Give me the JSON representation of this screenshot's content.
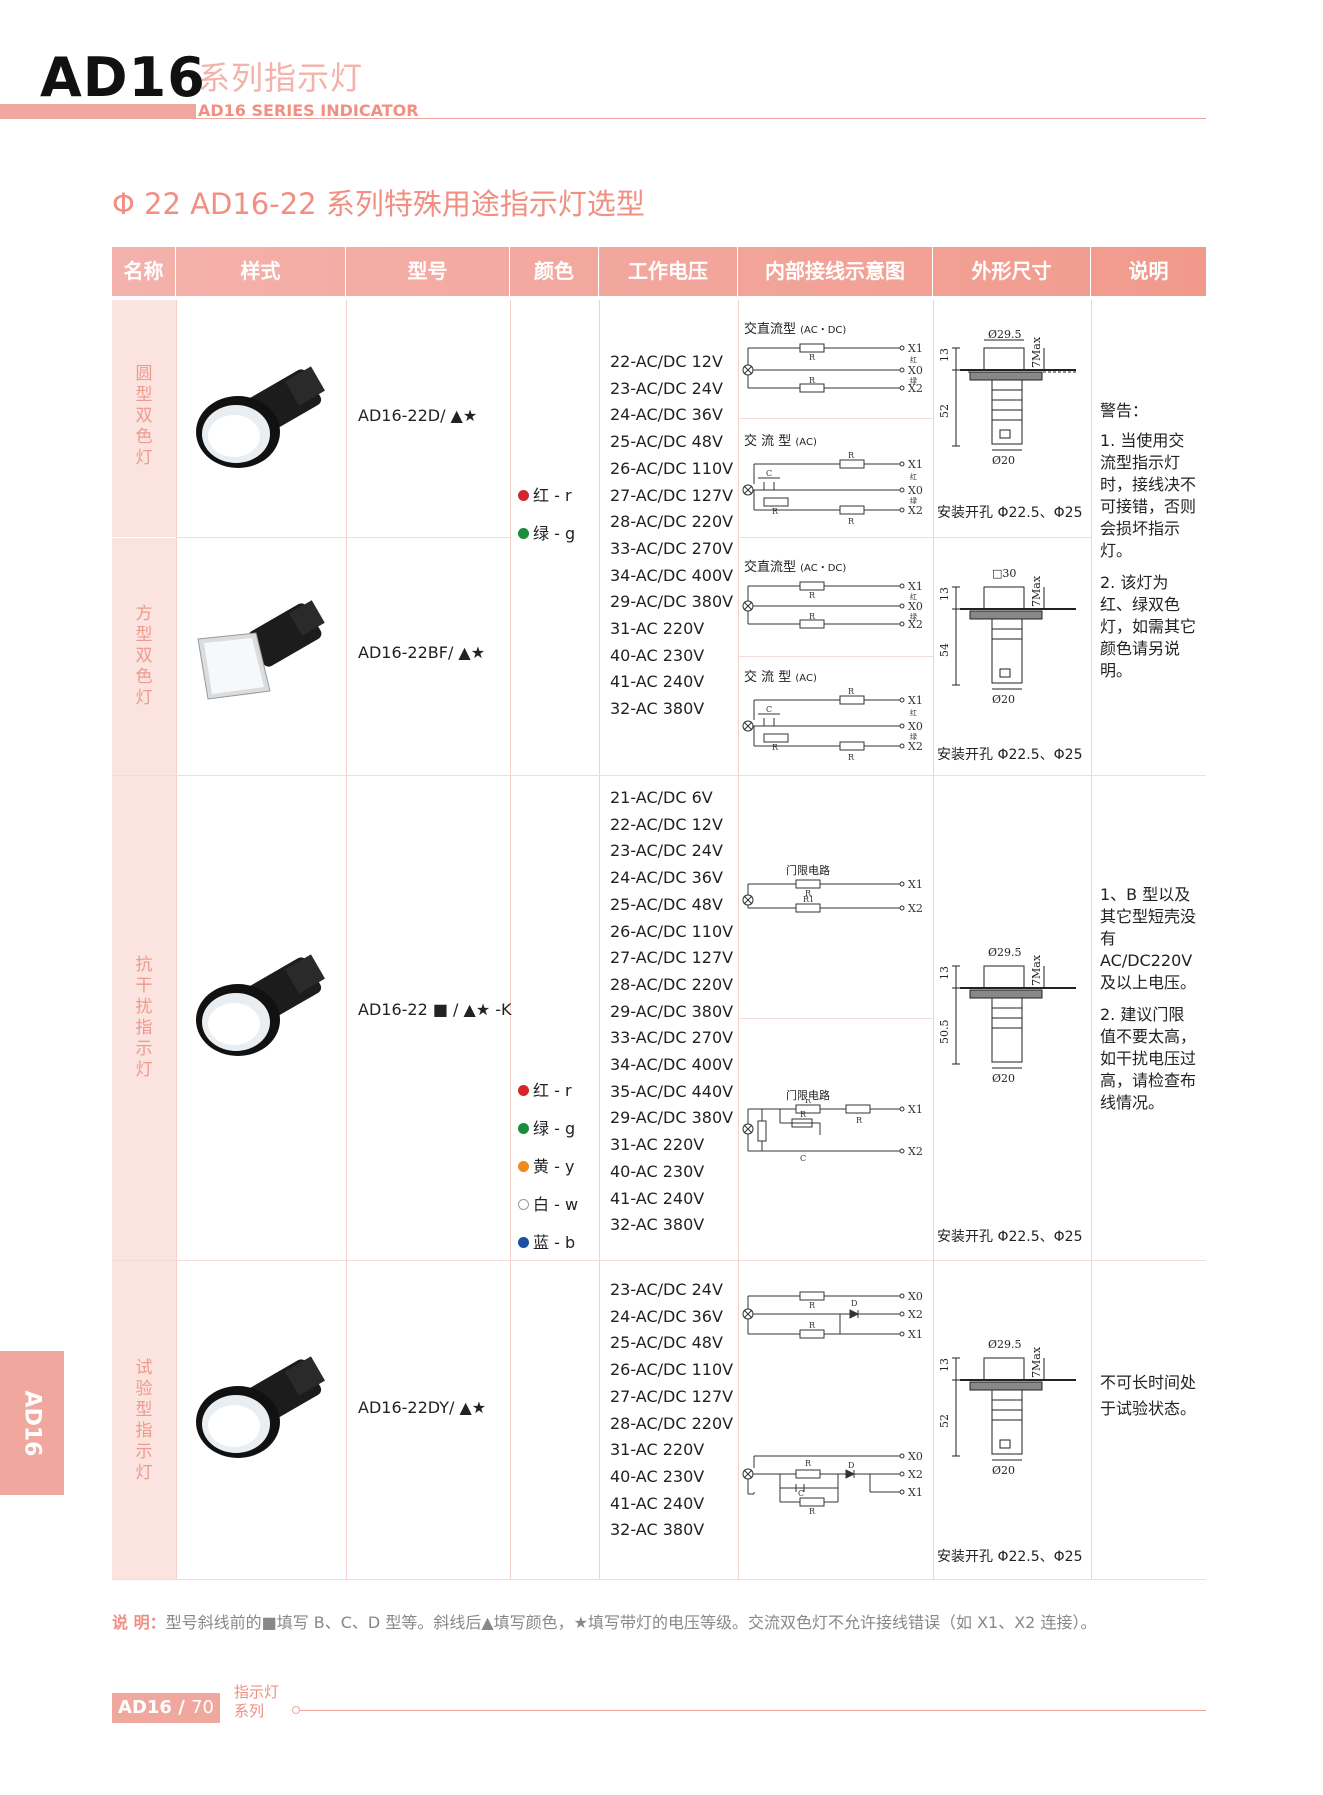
{
  "header": {
    "brand": "AD16",
    "series_cn": "系列指示灯",
    "series_en": "AD16 SERIES  INDICATOR"
  },
  "section_title": "Φ 22 AD16-22 系列特殊用途指示灯选型",
  "table": {
    "columns": [
      "名称",
      "样式",
      "型号",
      "颜色",
      "工作电压",
      "内部接线示意图",
      "外形尺寸",
      "说明"
    ],
    "rows": [
      {
        "name": "圆型双色灯",
        "model": "AD16-22D/ ▲★"
      },
      {
        "name": "方型双色灯",
        "model": "AD16-22BF/ ▲★"
      },
      {
        "name": "抗干扰指示灯",
        "model": "AD16-22 ■ / ▲★ -K"
      },
      {
        "name": "试验型指示灯",
        "model": "AD16-22DY/ ▲★"
      }
    ],
    "colors_bicolor": [
      "红 - r",
      "绿 - g"
    ],
    "colors_multi": [
      "红 - r",
      "绿 - g",
      "黄 - y",
      "白 - w",
      "蓝 - b"
    ],
    "color_hex": {
      "red": "#d7262b",
      "green": "#1b8c3a",
      "yellow": "#ee8a1e",
      "white": "#ffffff",
      "blue": "#1e4fa0"
    },
    "voltages_bicolor": "22-AC/DC 12V\n23-AC/DC 24V\n24-AC/DC 36V\n25-AC/DC 48V\n26-AC/DC 110V\n27-AC/DC 127V\n28-AC/DC 220V\n33-AC/DC 270V\n34-AC/DC 400V\n29-AC/DC 380V\n31-AC 220V\n40-AC 230V\n41-AC 240V\n32-AC 380V",
    "voltages_anti": "21-AC/DC 6V\n22-AC/DC 12V\n23-AC/DC 24V\n24-AC/DC 36V\n25-AC/DC 48V\n26-AC/DC 110V\n27-AC/DC 127V\n28-AC/DC 220V\n29-AC/DC 380V\n33-AC/DC 270V\n34-AC/DC 400V\n35-AC/DC 440V\n29-AC/DC 380V\n31-AC 220V\n40-AC 230V\n41-AC 240V\n32-AC 380V",
    "voltages_test": "23-AC/DC 24V\n24-AC/DC 36V\n25-AC/DC 48V\n26-AC/DC 110V\n27-AC/DC 127V\n28-AC/DC 220V\n31-AC 220V\n40-AC 230V\n41-AC 240V\n32-AC 380V",
    "diagram_labels": {
      "acdc": "交直流型",
      "acdc_suffix": "(AC・DC)",
      "ac": "交  流  型",
      "ac_suffix": "(AC)",
      "door": "门限电路",
      "x0": "X0",
      "x1": "X1",
      "x2": "X2",
      "red": "红",
      "green": "绿",
      "r": "R",
      "r1": "R1",
      "c": "C",
      "d": "D"
    },
    "dimensions": {
      "dia_29_5": "Ø29.5",
      "sq_30": "□30",
      "dia_20": "Ø20",
      "d13": "13",
      "d7max": "7Max",
      "d52": "52",
      "d54": "54",
      "d50_5": "50.5"
    },
    "install_note": "安装开孔 Φ22.5、Φ25",
    "notes": {
      "bicolor": [
        "警告：",
        "1. 当使用交流型指示灯时，接线决不可接错，否则会损坏指示灯。",
        "2. 该灯为红、绿双色灯，如需其它颜色请另说明。"
      ],
      "anti": [
        "1、B 型以及其它型短壳没有 AC/DC220V 及以上电压。",
        "2. 建议门限值不要太高，如干扰电压过高，请检查布线情况。"
      ],
      "test": [
        "不可长时间处于试验状态。"
      ]
    }
  },
  "footnote": {
    "label": "说 明：",
    "text": "型号斜线前的■填写 B、C、D 型等。斜线后▲填写颜色，★填写带灯的电压等级。交流双色灯不允许接线错误（如 X1、X2 连接）。"
  },
  "footer": {
    "page_brand": "AD16 / ",
    "page_num": "70",
    "series_line1": "指示灯",
    "series_line2": "系列"
  },
  "side_tab": "AD16"
}
